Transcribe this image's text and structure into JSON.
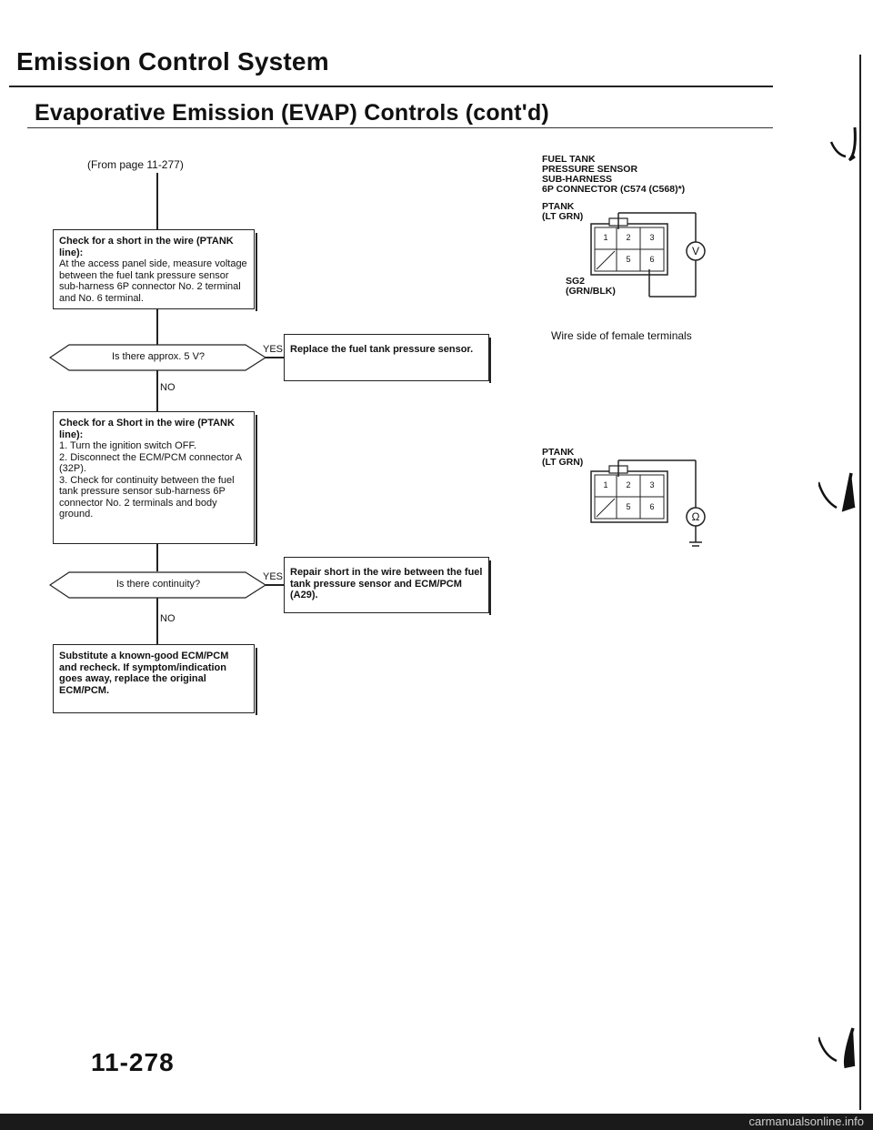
{
  "header": {
    "title": "Emission Control System",
    "subtitle": "Evaporative Emission (EVAP) Controls (cont'd)"
  },
  "flow": {
    "from_ref": "(From page 11-277)",
    "box1_heading": "Check for a short in the wire (PTANK line):",
    "box1_body": "At the access panel side, measure voltage between the fuel tank pressure sensor sub-harness 6P connector No. 2 terminal and No. 6 terminal.",
    "decision1": "Is there approx. 5 V?",
    "yes1_label": "YES",
    "yes1_action": "Replace the fuel tank pressure sensor.",
    "no1_label": "NO",
    "box2_heading": "Check for a Short in the wire (PTANK line):",
    "box2_steps": [
      "1. Turn the ignition switch OFF.",
      "2. Disconnect the ECM/PCM connector A (32P).",
      "3. Check for continuity between the fuel tank pressure sensor sub-harness 6P connector No. 2 terminals and body ground."
    ],
    "decision2": "Is there continuity?",
    "yes2_label": "YES",
    "yes2_action": "Repair short in the wire between the fuel tank pressure sensor and ECM/PCM (A29).",
    "no2_label": "NO",
    "box3": "Substitute a known-good ECM/PCM and recheck. If symptom/indication goes away, replace the original ECM/PCM."
  },
  "diagram1": {
    "title_line1": "FUEL TANK",
    "title_line2": "PRESSURE SENSOR",
    "title_line3": "SUB-HARNESS",
    "title_line4": "6P CONNECTOR (C574 (C568)*)",
    "ptank_line1": "PTANK",
    "ptank_line2": "(LT GRN)",
    "sg2_line1": "SG2",
    "sg2_line2": "(GRN/BLK)",
    "pins_top": [
      "1",
      "2",
      "3"
    ],
    "pins_bottom": [
      "5",
      "6"
    ],
    "meter": "V",
    "caption": "Wire side of female terminals"
  },
  "diagram2": {
    "ptank_line1": "PTANK",
    "ptank_line2": "(LT GRN)",
    "pins_top": [
      "1",
      "2",
      "3"
    ],
    "pins_bottom": [
      "5",
      "6"
    ],
    "meter": "Ω"
  },
  "footer": {
    "page_number": "11-278",
    "watermark": "carmanualsonline.info"
  }
}
